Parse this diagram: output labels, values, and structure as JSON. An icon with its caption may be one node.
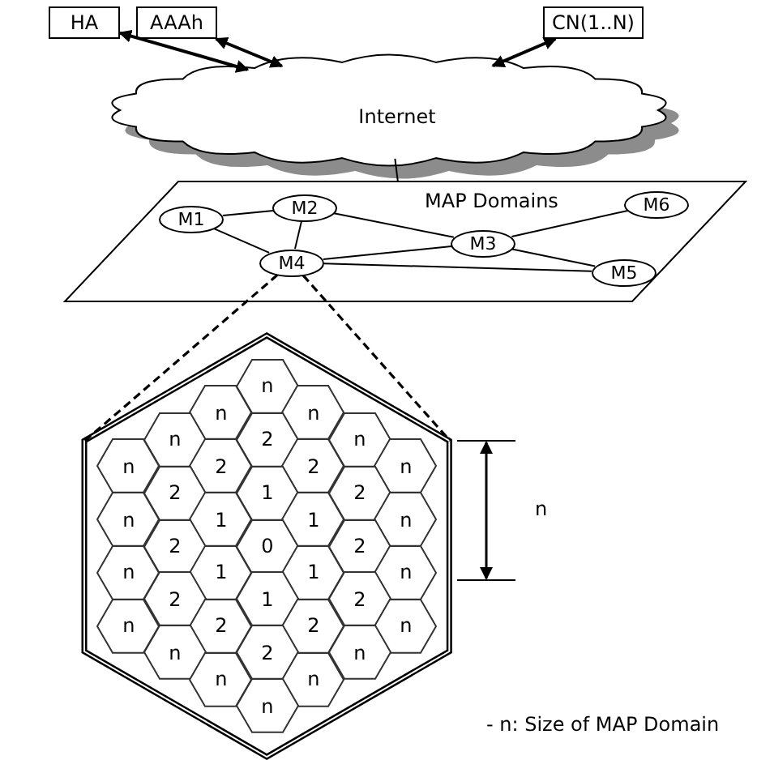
{
  "diagram": {
    "nodes": [
      {
        "text": [
          "HA"
        ]
      },
      {
        "text": [
          "AAAh"
        ]
      },
      {
        "text": [
          "CN(1..N)"
        ]
      },
      {
        "text": [
          "Internet"
        ]
      },
      {
        "text": [
          "MAP Domains"
        ]
      },
      {
        "text": [
          "M1"
        ],
        "in": 4
      },
      {
        "text": [
          "M2"
        ],
        "in": 4
      },
      {
        "text": [
          "M3"
        ],
        "in": 4
      },
      {
        "text": [
          "M4"
        ],
        "in": 4
      },
      {
        "text": [
          "M5"
        ],
        "in": 4
      },
      {
        "text": [
          "M6"
        ],
        "in": 4
      },
      {
        "text": [],
        "shape": "hexagon"
      },
      {
        "text": [
          "n"
        ],
        "in": 11
      },
      {
        "text": [
          "n"
        ],
        "in": 11
      },
      {
        "text": [
          "n"
        ],
        "in": 11
      },
      {
        "text": [
          "n"
        ],
        "in": 11
      },
      {
        "text": [
          "2"
        ],
        "in": 11
      },
      {
        "text": [
          "n"
        ],
        "in": 11
      },
      {
        "text": [
          "n"
        ],
        "in": 11
      },
      {
        "text": [
          "2"
        ],
        "in": 11
      },
      {
        "text": [
          "2"
        ],
        "in": 11
      },
      {
        "text": [
          "n"
        ],
        "in": 11
      },
      {
        "text": [
          "2"
        ],
        "in": 11
      },
      {
        "text": [
          "1"
        ],
        "in": 11
      },
      {
        "text": [
          "2"
        ],
        "in": 11
      },
      {
        "text": [
          "n"
        ],
        "in": 11
      },
      {
        "text": [
          "1"
        ],
        "in": 11
      },
      {
        "text": [
          "1"
        ],
        "in": 11
      },
      {
        "text": [
          "n"
        ],
        "in": 11
      },
      {
        "text": [
          "2"
        ],
        "in": 11
      },
      {
        "text": [
          "0"
        ],
        "in": 11
      },
      {
        "text": [
          "2"
        ],
        "in": 11
      },
      {
        "text": [
          "n"
        ],
        "in": 11
      },
      {
        "text": [
          "1"
        ],
        "in": 11
      },
      {
        "text": [
          "1"
        ],
        "in": 11
      },
      {
        "text": [
          "n"
        ],
        "in": 11
      },
      {
        "text": [
          "2"
        ],
        "in": 11
      },
      {
        "text": [
          "1"
        ],
        "in": 11
      },
      {
        "text": [
          "2"
        ],
        "in": 11
      },
      {
        "text": [
          "n"
        ],
        "in": 11
      },
      {
        "text": [
          "2"
        ],
        "in": 11
      },
      {
        "text": [
          "2"
        ],
        "in": 11
      },
      {
        "text": [
          "n"
        ],
        "in": 11
      },
      {
        "text": [
          "n"
        ],
        "in": 11
      },
      {
        "text": [
          "2"
        ],
        "in": 11
      },
      {
        "text": [
          "n"
        ],
        "in": 11
      },
      {
        "text": [
          "n"
        ],
        "in": 11
      },
      {
        "text": [
          "n"
        ],
        "in": 11
      },
      {
        "text": [
          "n"
        ],
        "in": 11
      }
    ],
    "edges": [
      {
        "from": 0,
        "to": 3,
        "arrow": "both"
      },
      {
        "from": 1,
        "to": 3,
        "arrow": "both"
      },
      {
        "from": 2,
        "to": 3,
        "arrow": "both"
      },
      {
        "from": 3,
        "to": 4,
        "arrow": "none"
      },
      {
        "from": 5,
        "to": 6,
        "arrow": "none"
      },
      {
        "from": 5,
        "to": 8,
        "arrow": "none"
      },
      {
        "from": 6,
        "to": 8,
        "arrow": "none"
      },
      {
        "from": 6,
        "to": 7,
        "arrow": "none"
      },
      {
        "from": 8,
        "to": 7,
        "arrow": "none"
      },
      {
        "from": 7,
        "to": 10,
        "arrow": "none"
      },
      {
        "from": 7,
        "to": 9,
        "arrow": "none"
      },
      {
        "from": 8,
        "to": 9,
        "arrow": "none"
      },
      {
        "from": 8,
        "to": 11,
        "arrow": "none",
        "style": "dashed"
      },
      {
        "from": 8,
        "to": 11,
        "arrow": "none",
        "style": "dashed"
      }
    ],
    "labels": [
      "n",
      "- n: Size of MAP Domain"
    ]
  }
}
